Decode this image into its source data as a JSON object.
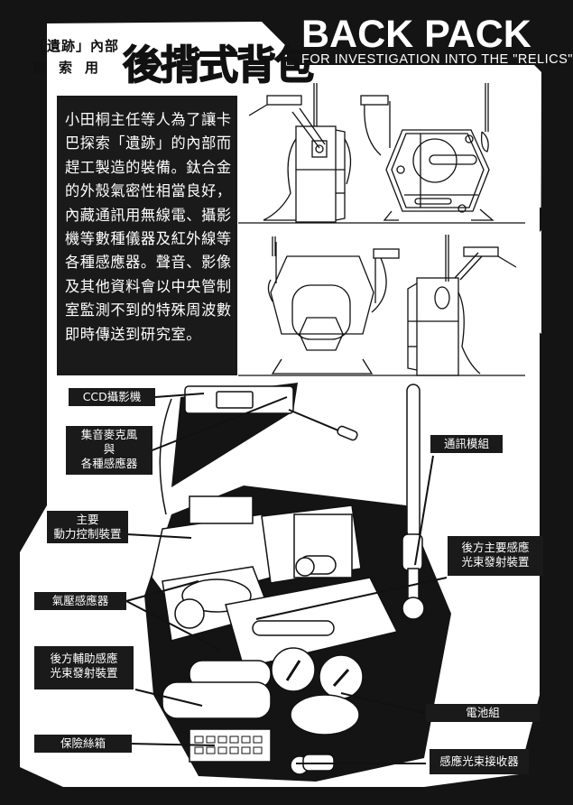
{
  "header": {
    "kicker_line1": "「遺跡」內部",
    "kicker_line2": "探索用",
    "title_zh": "後揹式背包",
    "title_en": "BACK PACK",
    "subtitle_en": "FOR INVESTIGATION INTO THE \"RELICS\""
  },
  "description": {
    "lines": [
      "小田桐主任等人為了讓卡",
      "巴探索「遺跡」的內部而",
      "趕工製造的裝備。鈦合金",
      "的外殼氣密性相當良好，",
      "內藏通訊用無線電、攝影",
      "機等數種儀器及紅外線等",
      "各種感應器。聲音、影像",
      "及其他資料會以中央管制",
      "室監測不到的特殊周波數",
      "即時傳送到研究室。"
    ]
  },
  "callouts": {
    "ccd_camera": [
      "CCD攝影機"
    ],
    "mic_sensors": [
      "集音麥克風",
      "與",
      "各種感應器"
    ],
    "main_power": [
      "主要",
      "動力控制裝置"
    ],
    "pressure_sensor": [
      "氣壓感應器"
    ],
    "rear_aux_beam": [
      "後方輔助感應",
      "光束發射裝置"
    ],
    "fuse_box": [
      "保險絲箱"
    ],
    "comm_module": [
      "通訊模組"
    ],
    "rear_main_beam": [
      "後方主要感應",
      "光束發射裝置"
    ],
    "battery": [
      "電池組"
    ],
    "beam_receiver": [
      "感應光束接收器"
    ]
  },
  "colors": {
    "ink": "#141414",
    "paper": "#ffffff",
    "label_bg": "#1a1a1a"
  }
}
